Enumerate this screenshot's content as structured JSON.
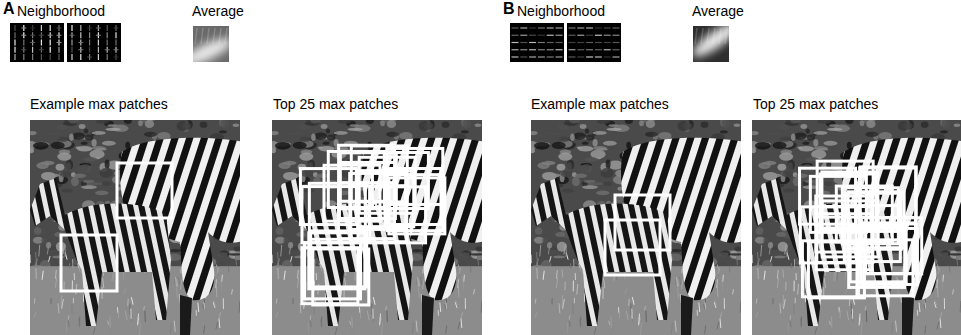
{
  "diagram": {
    "labels": [
      "A",
      "Neighborhood",
      "Average",
      "Example max patches",
      "Top 25 max patches",
      "B",
      "Neighborhood",
      "Average",
      "Example max patches",
      "Top 25 max patches"
    ]
  }
}
